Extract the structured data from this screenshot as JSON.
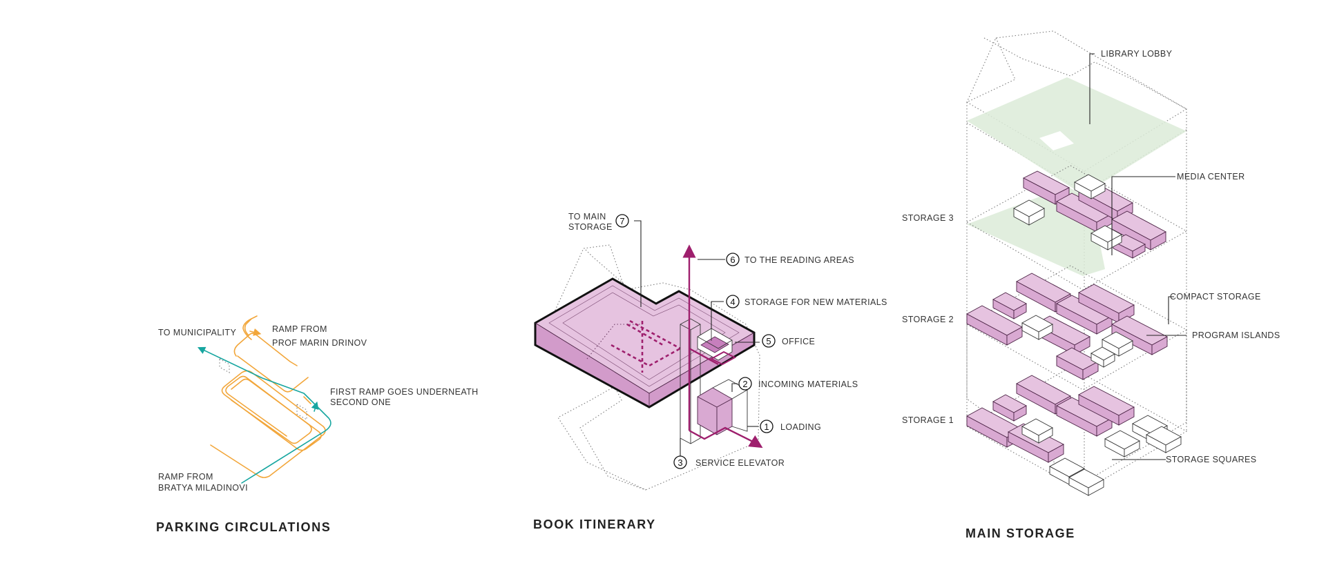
{
  "colors": {
    "pink": "#d9a9d2",
    "magenta": "#9e1f6d",
    "orange": "#f2a63a",
    "teal": "#17a6a0",
    "green": "#dcebd8"
  },
  "parking": {
    "title": "PARKING CIRCULATIONS",
    "to_municipality": "TO MUNICIPALITY",
    "ramp_from_1": "RAMP FROM",
    "ramp_from_1b": "PROF MARIN DRINOV",
    "first_ramp_1": "FIRST RAMP GOES UNDERNEATH",
    "first_ramp_2": "SECOND ONE",
    "ramp_from_2": "RAMP FROM",
    "ramp_from_2b": "BRATYA MILADINOVI"
  },
  "book": {
    "title": "BOOK ITINERARY",
    "steps": [
      {
        "num": "1",
        "label": "LOADING"
      },
      {
        "num": "2",
        "label": "INCOMING MATERIALS"
      },
      {
        "num": "3",
        "label": "SERVICE ELEVATOR"
      },
      {
        "num": "4",
        "label": "STORAGE FOR NEW MATERIALS"
      },
      {
        "num": "5",
        "label": "OFFICE"
      },
      {
        "num": "6",
        "label": "TO THE READING AREAS"
      },
      {
        "num": "7",
        "label_1": "TO MAIN",
        "label_2": "STORAGE"
      }
    ]
  },
  "storage": {
    "title": "MAIN STORAGE",
    "levels": [
      "STORAGE 3",
      "STORAGE 2",
      "STORAGE 1"
    ],
    "library_lobby": "LIBRARY LOBBY",
    "media_center": "MEDIA CENTER",
    "compact_storage": "COMPACT STORAGE",
    "program_islands": "PROGRAM ISLANDS",
    "storage_squares": "STORAGE SQUARES"
  }
}
